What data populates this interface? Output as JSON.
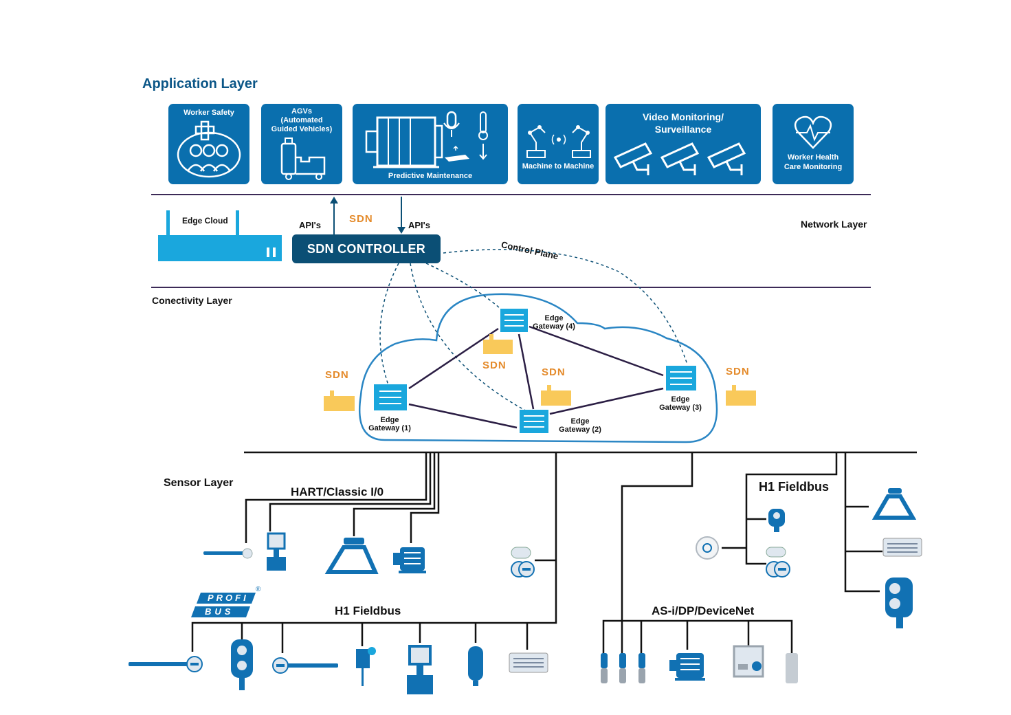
{
  "layers": {
    "application": "Application Layer",
    "network": "Network Layer",
    "connectivity": "Conectivity Layer",
    "sensor": "Sensor Layer"
  },
  "apps": [
    {
      "label": "Worker Safety",
      "icon": "worker-safety-icon"
    },
    {
      "label": "AGVs (Automated Guided Vehicles)",
      "line1": "AGVs",
      "line2": "(Automated",
      "line3": "Guided Vehicles)",
      "icon": "agv-icon"
    },
    {
      "label": "Predictive Maintenance",
      "icon": "motor-sensor-icon"
    },
    {
      "label": "Machine to Machine",
      "icon": "robot-arm-icon"
    },
    {
      "label": "Video Monitoring/ Surveillance",
      "line1": "Video Monitoring/",
      "line2": "Surveillance",
      "icon": "cctv-camera-icon"
    },
    {
      "label": "Worker Health Care Monitoring",
      "line1": "Worker Health",
      "line2": "Care Monitoring",
      "icon": "heart-pulse-icon"
    }
  ],
  "network": {
    "edge_cloud": "Edge Cloud",
    "api_left": "API's",
    "api_right": "API's",
    "sdn_controller": "SDN CONTROLLER",
    "control_plane": "Control Plane",
    "sdn_logo": "SDN"
  },
  "gateways": [
    {
      "line1": "Edge",
      "line2": "Gateway (1)"
    },
    {
      "line1": "Edge",
      "line2": "Gateway (2)"
    },
    {
      "line1": "Edge",
      "line2": "Gateway (3)"
    },
    {
      "line1": "Edge",
      "line2": "Gateway (4)"
    }
  ],
  "buses": {
    "hart": "HART/Classic I/0",
    "h1_left": "H1 Fieldbus",
    "h1_right": "H1 Fieldbus",
    "asi": "AS-i/DP/DeviceNet",
    "profibus_top": "PROFI",
    "profibus_bottom": "BUS",
    "registered": "®"
  },
  "colors": {
    "app_blue": "#0a6fae",
    "controller": "#0b4f75",
    "switch_blue": "#1aa7dd",
    "device_blue": "#1171b3",
    "factory_yellow": "#f9c95a",
    "divider": "#3c2a57",
    "heading": "#0b5687"
  }
}
